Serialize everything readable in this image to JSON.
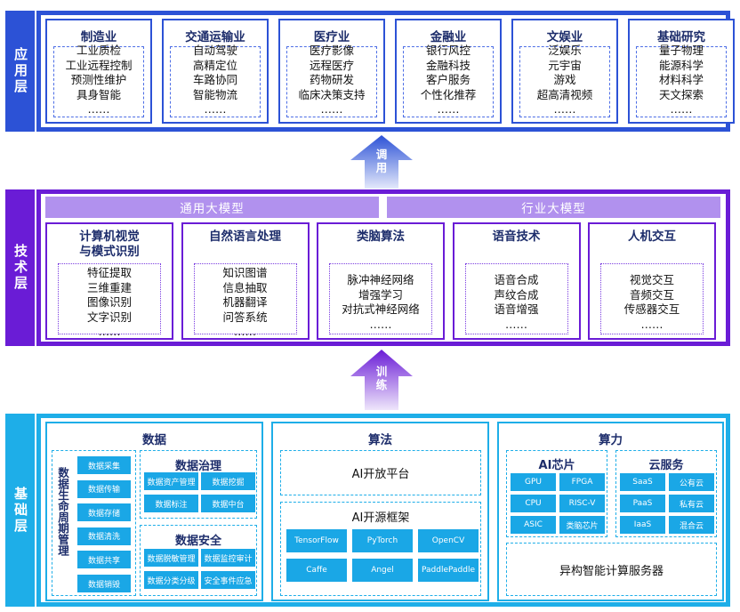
{
  "layers": {
    "application": {
      "label": "应用层",
      "industries": [
        {
          "title": "制造业",
          "items": [
            "工业质检",
            "工业远程控制",
            "预测性维护",
            "具身智能",
            "……"
          ]
        },
        {
          "title": "交通运输业",
          "items": [
            "自动驾驶",
            "高精定位",
            "车路协同",
            "智能物流",
            "……"
          ]
        },
        {
          "title": "医疗业",
          "items": [
            "医疗影像",
            "远程医疗",
            "药物研发",
            "临床决策支持",
            "……"
          ]
        },
        {
          "title": "金融业",
          "items": [
            "银行风控",
            "金融科技",
            "客户服务",
            "个性化推荐",
            "……"
          ]
        },
        {
          "title": "文娱业",
          "items": [
            "泛娱乐",
            "元宇宙",
            "游戏",
            "超高清视频",
            "……"
          ]
        },
        {
          "title": "基础研究",
          "items": [
            "量子物理",
            "能源科学",
            "材料科学",
            "天文探索",
            "……"
          ]
        }
      ]
    },
    "arrow_call": {
      "label": [
        "调",
        "用"
      ]
    },
    "technology": {
      "label": "技术层",
      "bands": [
        "通用大模型",
        "行业大模型"
      ],
      "techs": [
        {
          "title": [
            "计算机视觉",
            "与模式识别"
          ],
          "items": [
            "特征提取",
            "三维重建",
            "图像识别",
            "文字识别",
            "……"
          ]
        },
        {
          "title": [
            "自然语言处理"
          ],
          "items": [
            "知识图谱",
            "信息抽取",
            "机器翻译",
            "问答系统",
            "……"
          ]
        },
        {
          "title": [
            "类脑算法"
          ],
          "items": [
            "脉冲神经网络",
            "增强学习",
            "对抗式神经网络",
            "……"
          ]
        },
        {
          "title": [
            "语音技术"
          ],
          "items": [
            "语音合成",
            "声纹合成",
            "语音增强",
            "……"
          ]
        },
        {
          "title": [
            "人机交互"
          ],
          "items": [
            "视觉交互",
            "音频交互",
            "传感器交互",
            "……"
          ]
        }
      ]
    },
    "arrow_train": {
      "label": [
        "训",
        "练"
      ]
    },
    "foundation": {
      "label": "基础层",
      "data": {
        "title": "数据",
        "lifecycle_label": "数据生命周期管理",
        "lifecycle_items": [
          "数据采集",
          "数据传输",
          "数据存储",
          "数据清洗",
          "数据共享",
          "数据销毁"
        ],
        "governance": {
          "title": "数据治理",
          "items": [
            "数据资产管理",
            "数据挖掘",
            "数据标注",
            "数据中台"
          ]
        },
        "security": {
          "title": "数据安全",
          "items": [
            "数据脱敏管理",
            "数据监控审计",
            "数据分类分级",
            "安全事件应急"
          ]
        }
      },
      "algorithm": {
        "title": "算法",
        "platform": "AI开放平台",
        "frameworks_title": "AI开源框架",
        "frameworks": [
          "TensorFlow",
          "PyTorch",
          "OpenCV",
          "Caffe",
          "Angel",
          "PaddlePaddle"
        ]
      },
      "compute": {
        "title": "算力",
        "chips_title": "AI芯片",
        "chips": [
          "GPU",
          "FPGA",
          "CPU",
          "RISC-V",
          "ASIC",
          "类脑芯片"
        ],
        "cloud_title": "云服务",
        "cloud": [
          "SaaS",
          "公有云",
          "PaaS",
          "私有云",
          "IaaS",
          "混合云"
        ],
        "server": "异构智能计算服务器"
      }
    }
  },
  "colors": {
    "application": "#2c52d6",
    "technology": "#6a1cd6",
    "foundation": "#1eaee8",
    "band": "#b191ee",
    "chip": "#1aa7e6",
    "title_text": "#1d2d6b"
  }
}
